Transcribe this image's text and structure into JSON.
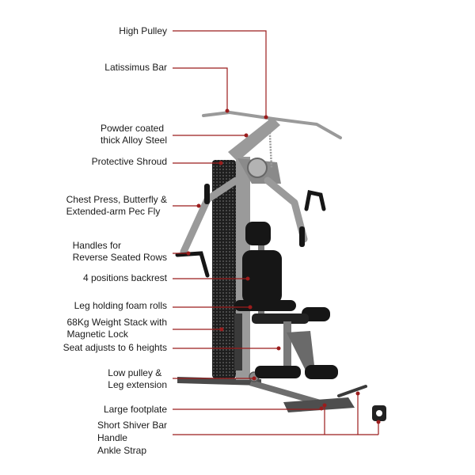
{
  "callouts": [
    {
      "lines": [
        "High Pulley"
      ]
    },
    {
      "lines": [
        "Latissimus Bar"
      ]
    },
    {
      "lines": [
        "Powder coated",
        "thick Alloy Steel"
      ]
    },
    {
      "lines": [
        "Protective Shroud"
      ]
    },
    {
      "lines": [
        "Chest Press, Butterfly &",
        "Extended-arm Pec Fly"
      ]
    },
    {
      "lines": [
        "Handles for",
        "Reverse Seated Rows"
      ]
    },
    {
      "lines": [
        "4 positions backrest"
      ]
    },
    {
      "lines": [
        "Leg holding foam rolls"
      ]
    },
    {
      "lines": [
        "68Kg Weight Stack with",
        "Magnetic Lock"
      ]
    },
    {
      "lines": [
        "Seat adjusts to 6 heights"
      ]
    },
    {
      "lines": [
        "Low pulley &",
        "Leg extension"
      ]
    },
    {
      "lines": [
        "Large footplate"
      ]
    },
    {
      "lines": [
        "Short Shiver Bar",
        "Handle",
        "Ankle Strap"
      ]
    }
  ],
  "colors": {
    "leader": "#9b1c1c",
    "text": "#1a1a1a",
    "frame": "#9a9a9a",
    "pad": "#161616",
    "background": "#ffffff"
  }
}
